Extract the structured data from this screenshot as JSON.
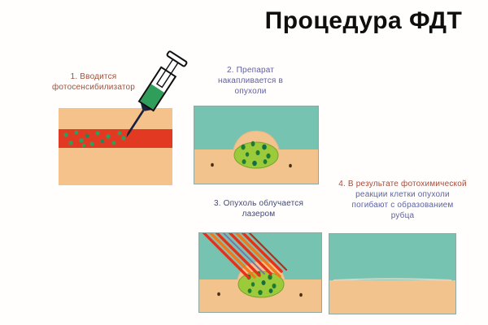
{
  "title": "Процедура ФДТ",
  "panels": [
    {
      "id": 1,
      "label_lines": [
        "1. Вводится",
        "фотосенсибилизатор"
      ],
      "label_color": "#a0503a",
      "illustration": "syringe injecting photosensitizer into blood vessel with green drug particles"
    },
    {
      "id": 2,
      "label_lines": [
        "2. Препарат",
        "накапливается в опухоли"
      ],
      "label_color": "#6060a0",
      "illustration": "skin cross-section with tumor bump filled with green drug particles"
    },
    {
      "id": 3,
      "label_lines": [
        "3. Опухоль облучается",
        "лазером"
      ],
      "label_color": "#414875",
      "illustration": "laser beams irradiating the tumor"
    },
    {
      "id": 4,
      "label_lines": [
        "4. В результате фотохимической",
        "реакции клетки опухоли",
        "погибают с образованием",
        "рубца"
      ],
      "label_color_first_line": "#a84a3a",
      "label_color_rest": "#5c63a2",
      "illustration": "healed flat skin with scar line, tumor gone"
    }
  ],
  "colors": {
    "skin_peach": "#f3c38e",
    "skin_peach_panel1": "#f5c28c",
    "background_teal": "#76c3b2",
    "blood_vessel_red": "#e23a22",
    "drug_green": "#2f9e5a",
    "tumor_light_green": "#9bcb3b",
    "tumor_spot_dark_green": "#1f7a33",
    "laser_red": "#e5311a",
    "laser_orange": "#ef7a1e",
    "laser_violet": "#8a6fb0",
    "syringe_green": "#2f9e5a",
    "title_black": "#0e0e0e"
  }
}
